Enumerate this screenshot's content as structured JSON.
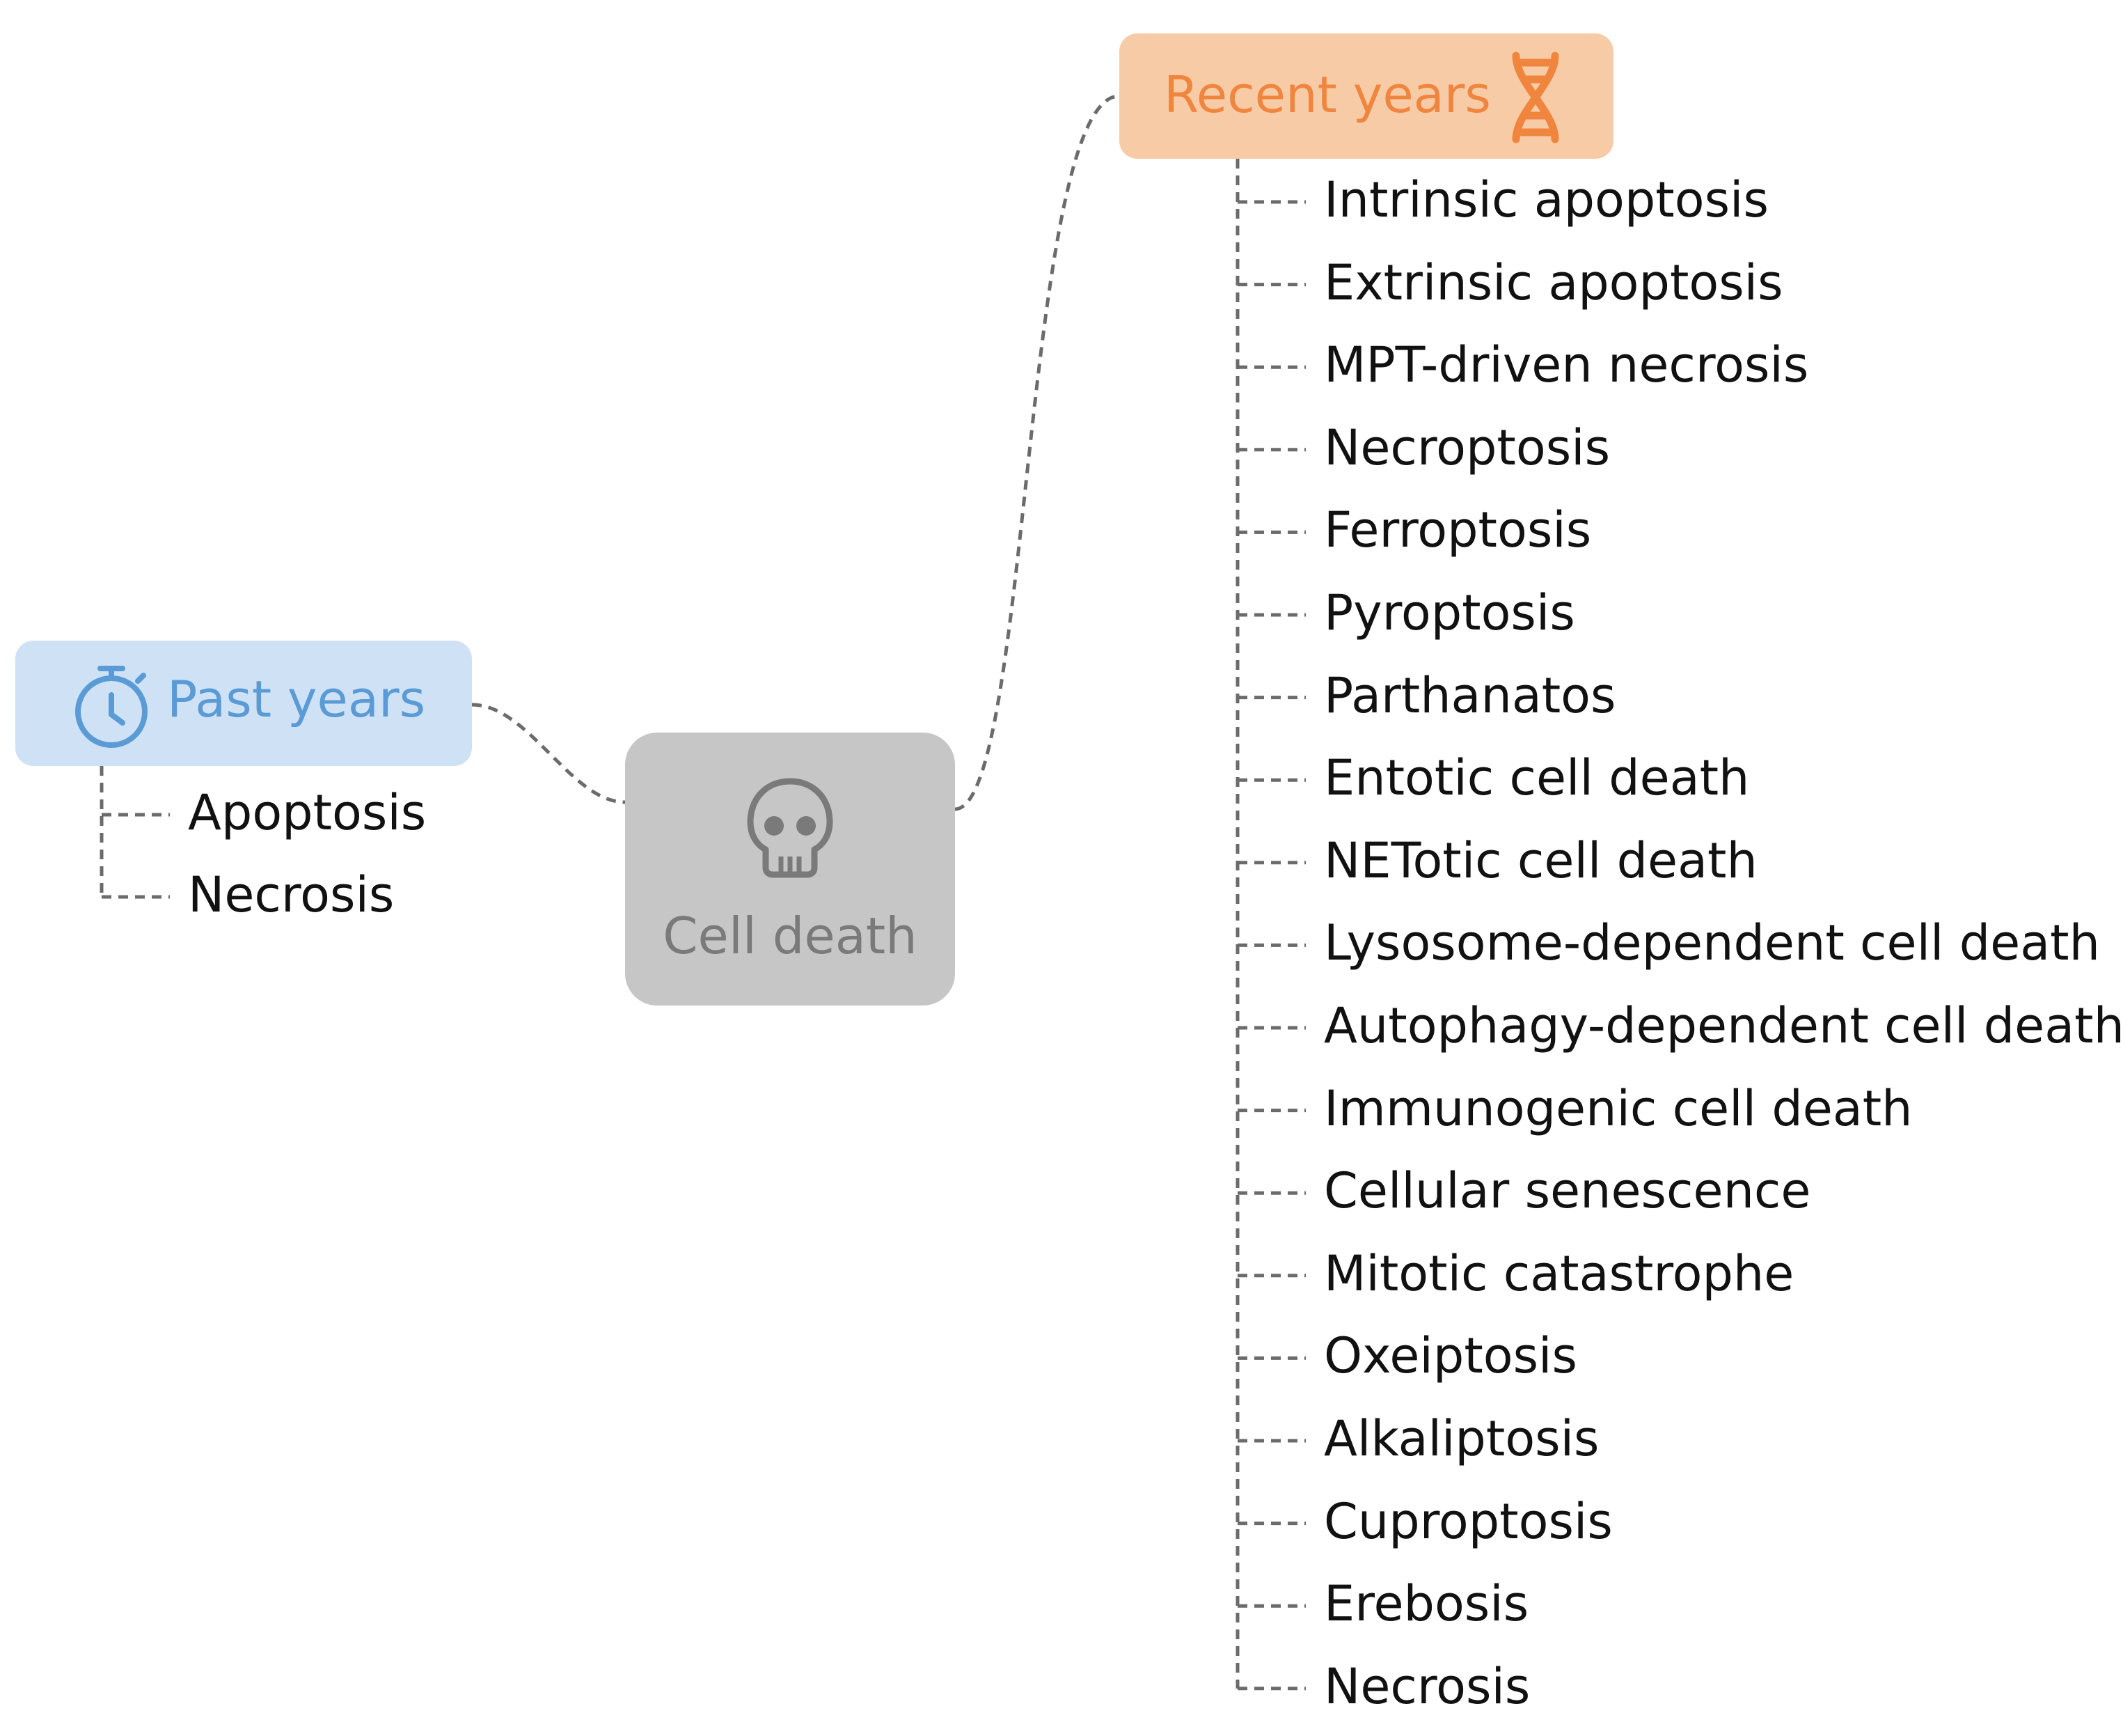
{
  "center": {
    "label": "Cell death",
    "icon": "skull-icon"
  },
  "past": {
    "label": "Past years",
    "icon": "stopwatch-icon",
    "color": "#5b9bd5",
    "fill": "#cfe2f5",
    "items": [
      "Apoptosis",
      "Necrosis"
    ]
  },
  "recent": {
    "label": "Recent years",
    "icon": "dna-icon",
    "color": "#f0853e",
    "fill": "#f8cba7",
    "items": [
      "Intrinsic apoptosis",
      "Extrinsic apoptosis",
      "MPT-driven necrosis",
      "Necroptosis",
      "Ferroptosis",
      "Pyroptosis",
      "Parthanatos",
      "Entotic cell death",
      "NETotic cell death",
      "Lysosome-dependent cell death",
      "Autophagy-dependent cell death",
      "Immunogenic cell death",
      "Cellular senescence",
      "Mitotic catastrophe",
      "Oxeiptosis",
      "Alkaliptosis",
      "Cuproptosis",
      "Erebosis",
      "Necrosis"
    ]
  },
  "colors": {
    "connector": "#6b6b6b",
    "center_fill": "#c6c6c6",
    "center_text": "#7a7a7a"
  }
}
